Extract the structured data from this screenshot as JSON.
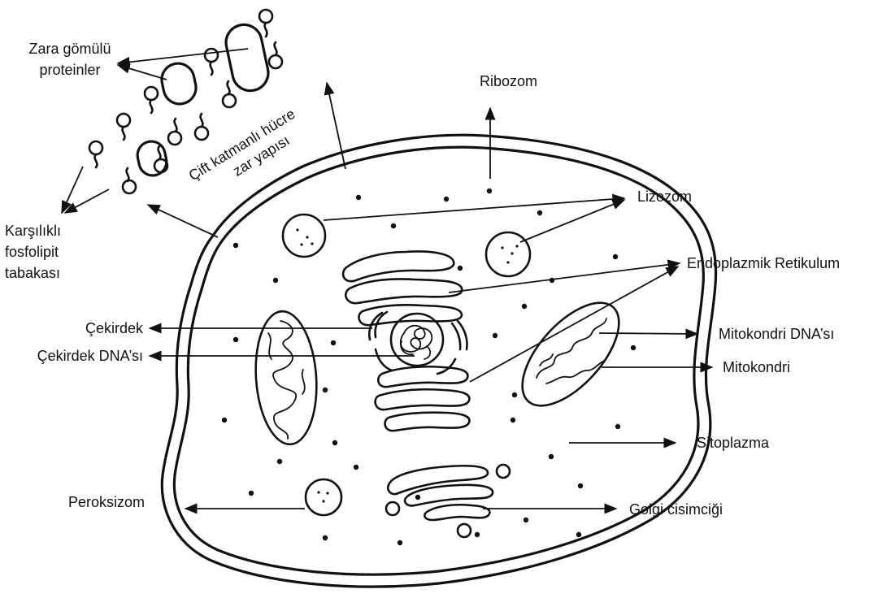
{
  "labels": {
    "zara_line1": "Zara gömülü",
    "zara_line2": "proteinler",
    "cift_line1": "Çift katmanlı hücre",
    "cift_line2": "zar yapısı",
    "karsilikli_line1": "Karşılıklı",
    "karsilikli_line2": "fosfolipit",
    "karsilikli_line3": "tabakası",
    "ribozom": "Ribozom",
    "lizozom": "Lizozom",
    "endoplazmik": "Endoplazmik  Retikulum",
    "mitokondri_dna": "Mitokondri DNA’sı",
    "mitokondri": "Mitokondri",
    "sitoplazma": "Sitoplazma",
    "cekirdek": "Çekirdek",
    "cekirdek_dna": "Çekirdek  DNA’sı",
    "peroksizom": "Peroksizom",
    "golgi": "Golgi  cisimciği"
  },
  "colors": {
    "ink": "#111111",
    "background": "#ffffff"
  }
}
